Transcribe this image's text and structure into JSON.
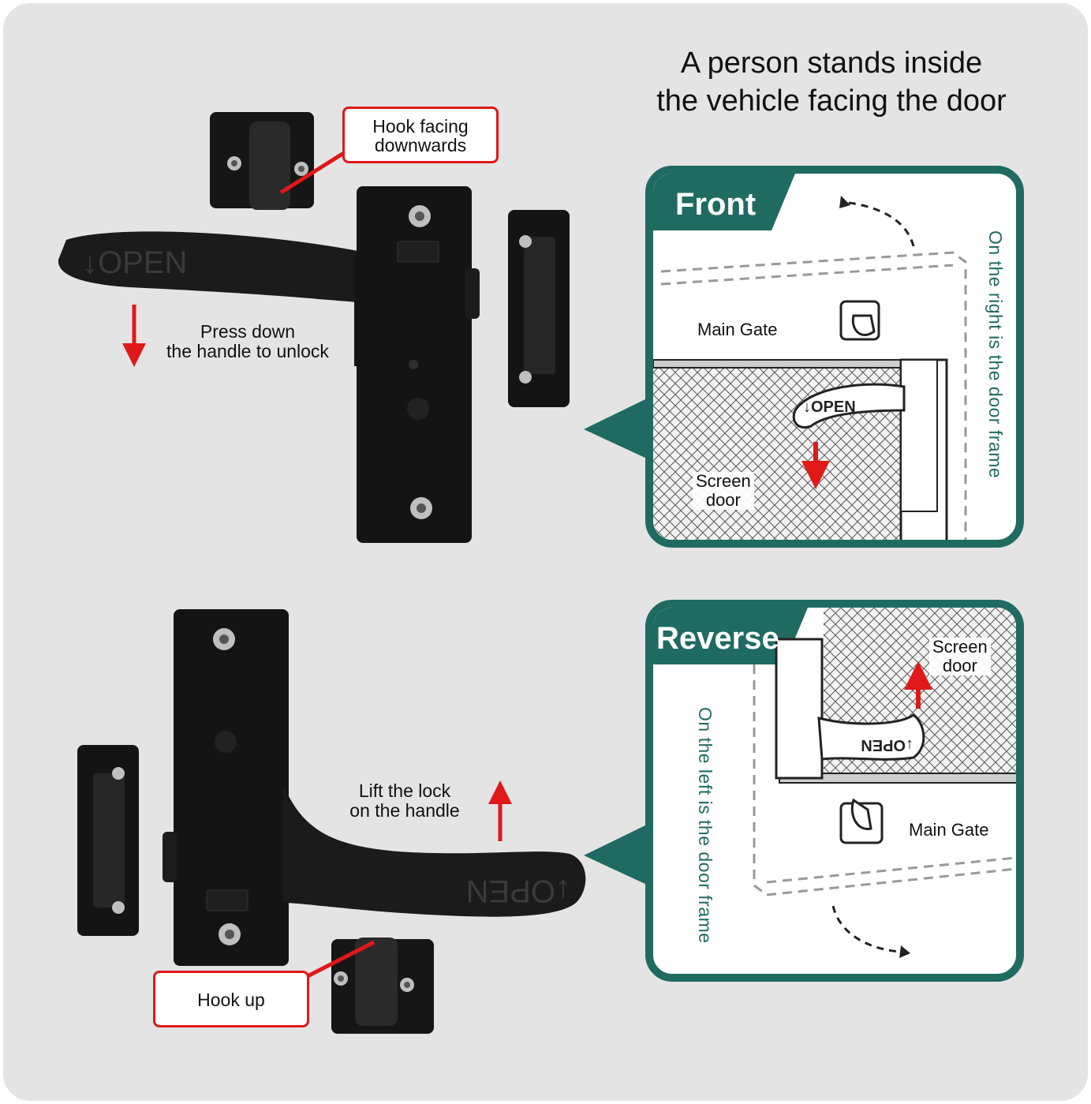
{
  "title": {
    "line1": "A person stands inside",
    "line2": "the vehicle facing the door"
  },
  "top": {
    "callout_line1": "Hook facing",
    "callout_line2": "downwards",
    "note_line1": "Press down",
    "note_line2": "the handle to unlock",
    "handle_text": "↓OPEN"
  },
  "bottom": {
    "callout": "Hook up",
    "note_line1": "Lift the lock",
    "note_line2": "on the handle",
    "handle_text": "↓OPEN"
  },
  "front_panel": {
    "tag": "Front",
    "main_gate": "Main Gate",
    "screen_door_line1": "Screen",
    "screen_door_line2": "door",
    "handle_text": "↓OPEN",
    "side_text": "On the right is the door frame"
  },
  "reverse_panel": {
    "tag": "Reverse",
    "main_gate": "Main Gate",
    "screen_door_line1": "Screen",
    "screen_door_line2": "door",
    "handle_text": "↓OPEN",
    "side_text": "On the left is the door frame"
  },
  "colors": {
    "teal": "#1f6b62",
    "red": "#e01818",
    "background": "#e4e4e4",
    "latch": "#141414"
  }
}
